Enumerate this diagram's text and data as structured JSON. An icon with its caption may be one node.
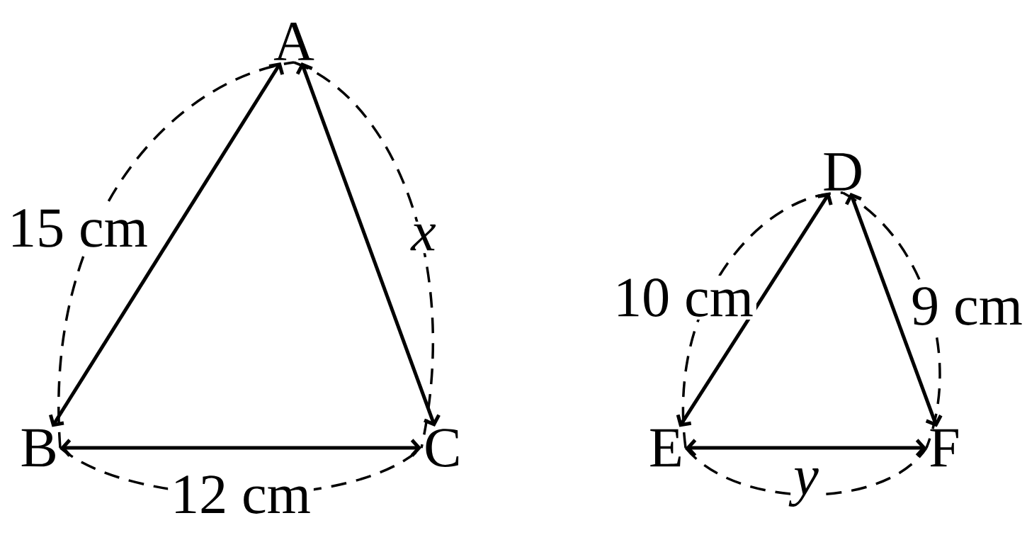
{
  "diagram": {
    "nodes": [
      {
        "text": [
          "A"
        ]
      },
      {
        "text": [
          "B"
        ]
      },
      {
        "text": [
          "C"
        ]
      },
      {
        "text": [
          "D"
        ]
      },
      {
        "text": [
          "E"
        ]
      },
      {
        "text": [
          "F"
        ]
      }
    ],
    "edges": [
      {
        "from": 1,
        "to": 0,
        "arrow": "both"
      },
      {
        "from": 0,
        "to": 2,
        "arrow": "both"
      },
      {
        "from": 1,
        "to": 2,
        "arrow": "both"
      },
      {
        "from": 4,
        "to": 3,
        "arrow": "both"
      },
      {
        "from": 3,
        "to": 5,
        "arrow": "both"
      },
      {
        "from": 4,
        "to": 5,
        "arrow": "both"
      }
    ],
    "labels": [
      "15 cm",
      "x",
      "12 cm",
      "10 cm",
      "9 cm",
      "y"
    ]
  }
}
